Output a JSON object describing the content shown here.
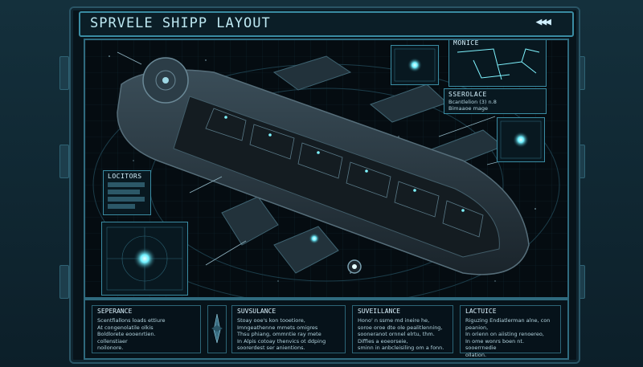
{
  "title": "SPRVELE SHIPP LAYOUT",
  "controls": {
    "rewind_glyph": "◀◀◀"
  },
  "colors": {
    "accent": "#3a8ca3",
    "glow": "#7ff4ff",
    "hull": "#2a3a44",
    "background": "#050c11"
  },
  "panels": {
    "monice": {
      "title": "MONICE"
    },
    "sseroilace": {
      "title": "SSEROLACE",
      "lines": [
        "Bcantlelion (3) n.8",
        "Bimaaoe mage"
      ]
    },
    "locitors": {
      "title": "LOCITORS"
    }
  },
  "bottom": {
    "sections": [
      {
        "title": "SEPERANCE",
        "text": "Scentfiallons loads ettiure\nAt congenolatile olkis\nBoldlorete eooenrtien.\ncollenstiaer\nnoilonore."
      },
      {
        "title": "SUVSULANCE",
        "text": "Stoay ooe's kon tooetiore,\nImngeathenne mmets omigres\nThsu phiang, ommntie ray mete\nIn Alpis cotoay thenvics ot ddping\nsoorerdest ser anientions."
      },
      {
        "title": "SUVEILLANCE",
        "text": "Hono' n ssme md ineire he,\nsoroe oroe dte ole pealitlenning,\nsooneranot ornnel elrtu, thm.\nDiffies a eoeorseie,\nsminn in anbcleisiling om a fonn."
      },
      {
        "title": "LACTUICE",
        "text": "Riguzing Endiatlerman alne, con peanion,\nIn orienn on aiisting renoereo,\nIn ome wonrs boen nt.\nsooerrnedie\nollation."
      }
    ]
  }
}
